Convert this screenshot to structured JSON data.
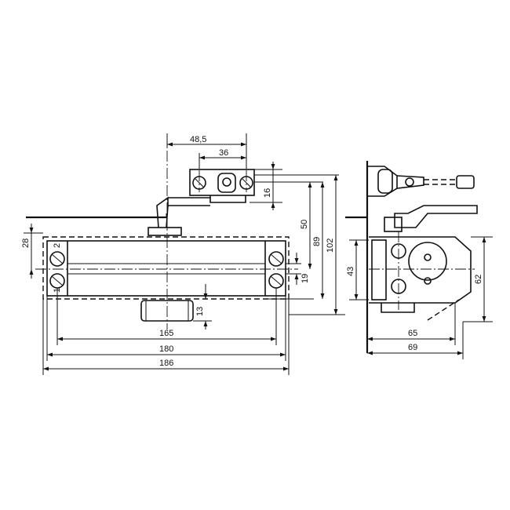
{
  "dimensions": {
    "front": {
      "d48_5": "48,5",
      "d36": "36",
      "d16": "16",
      "d28": "28",
      "d50": "50",
      "d89": "89",
      "d102": "102",
      "d19": "19",
      "d13": "13",
      "d165": "165",
      "d180": "180",
      "d186": "186"
    },
    "side": {
      "d43": "43",
      "d62": "62",
      "d65": "65",
      "d69": "69"
    }
  },
  "hole_labels": {
    "one": "1",
    "two": "2"
  }
}
